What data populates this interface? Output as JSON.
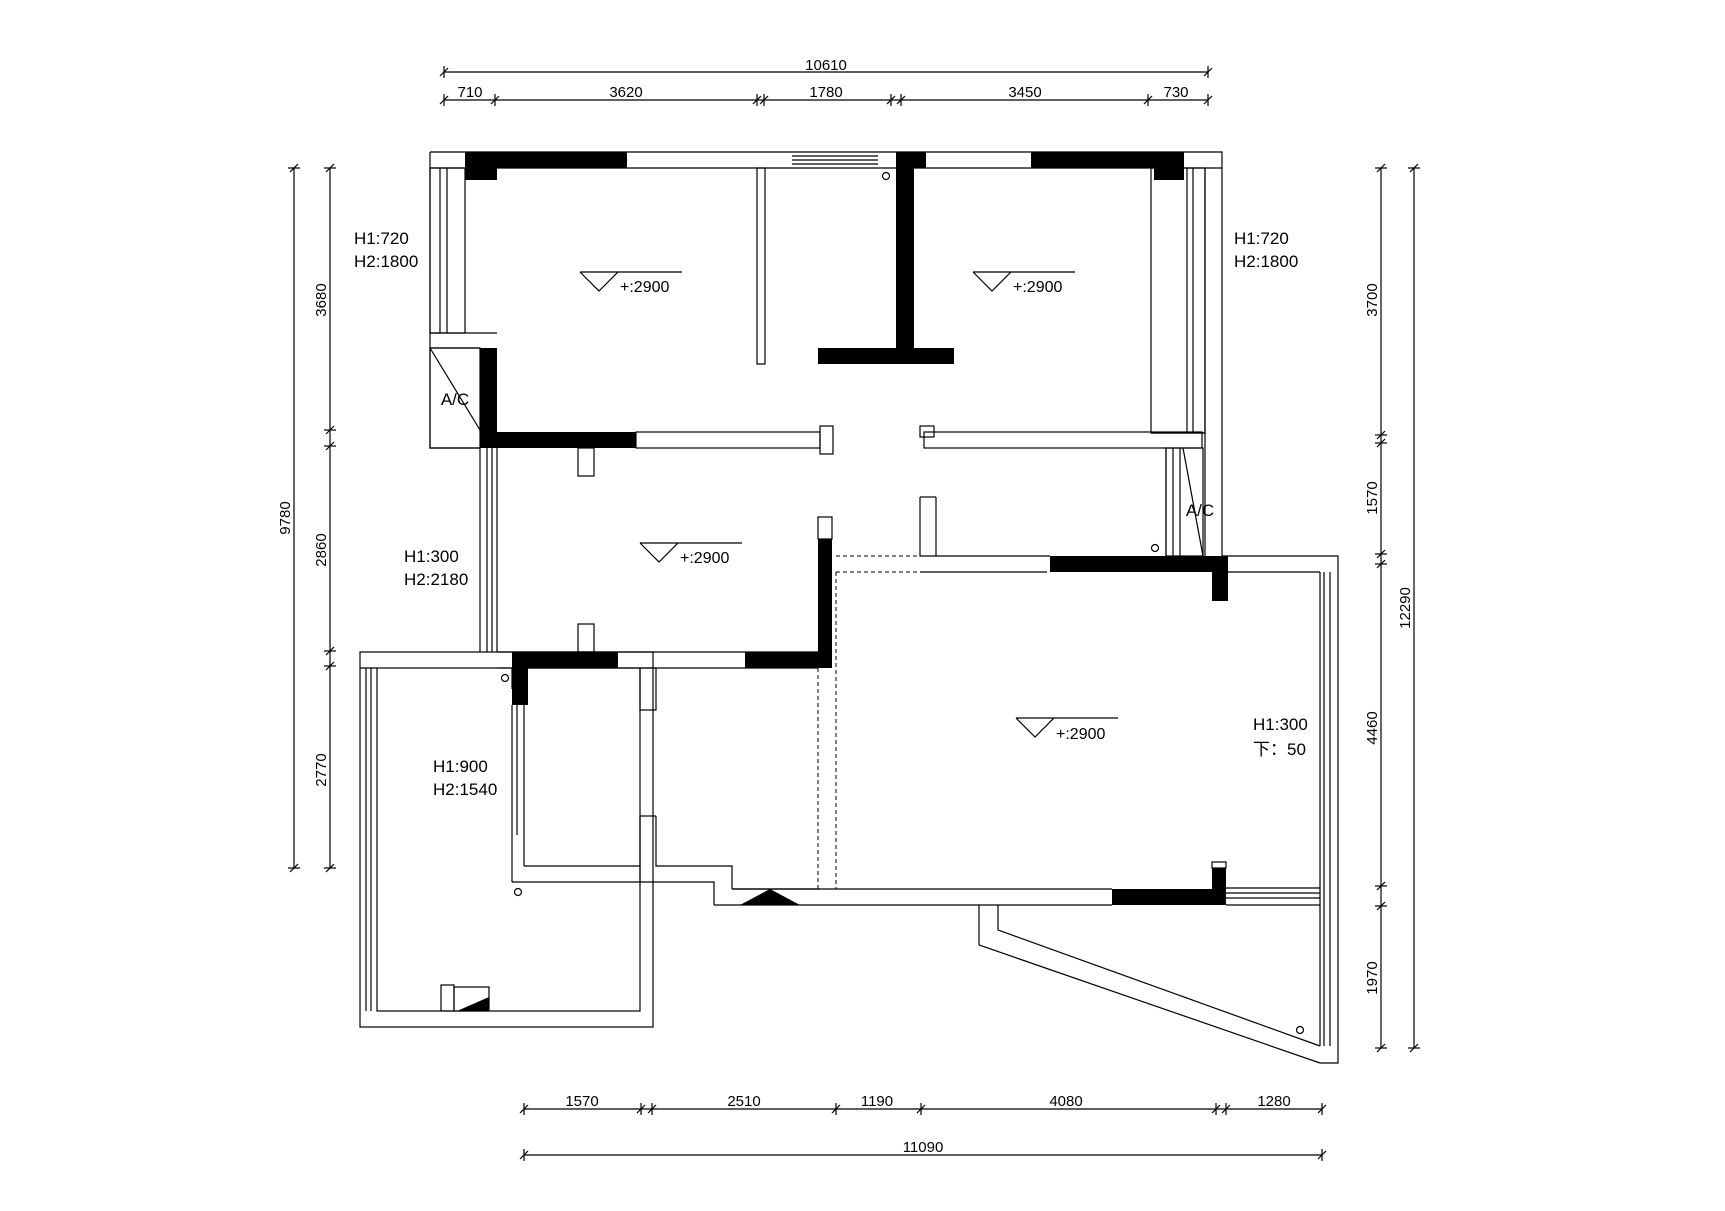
{
  "dimensions": {
    "top_total": "10610",
    "top_segments": [
      "710",
      "3620",
      "1780",
      "3450",
      "730"
    ],
    "bottom_segments": [
      "1570",
      "2510",
      "1190",
      "4080",
      "1280"
    ],
    "bottom_total": "11090",
    "left_total": "9780",
    "left_segments": [
      "3680",
      "2860",
      "2770"
    ],
    "right_segments": [
      "3700",
      "1570",
      "4460",
      "1970"
    ],
    "right_total": "12290"
  },
  "window_notes": {
    "upper_left": [
      "H1:720",
      "H2:1800"
    ],
    "upper_right": [
      "H1:720",
      "H2:1800"
    ],
    "middle_left": [
      "H1:300",
      "H2:2180"
    ],
    "lower_left": [
      "H1:900",
      "H2:1540"
    ],
    "right": [
      "H1:300",
      "下：50"
    ]
  },
  "ac_labels": {
    "left": "A/C",
    "right": "A/C"
  },
  "ceiling_levels": {
    "bedroom_left": "+:2900",
    "bedroom_right": "+:2900",
    "hall": "+:2900",
    "living": "+:2900"
  }
}
